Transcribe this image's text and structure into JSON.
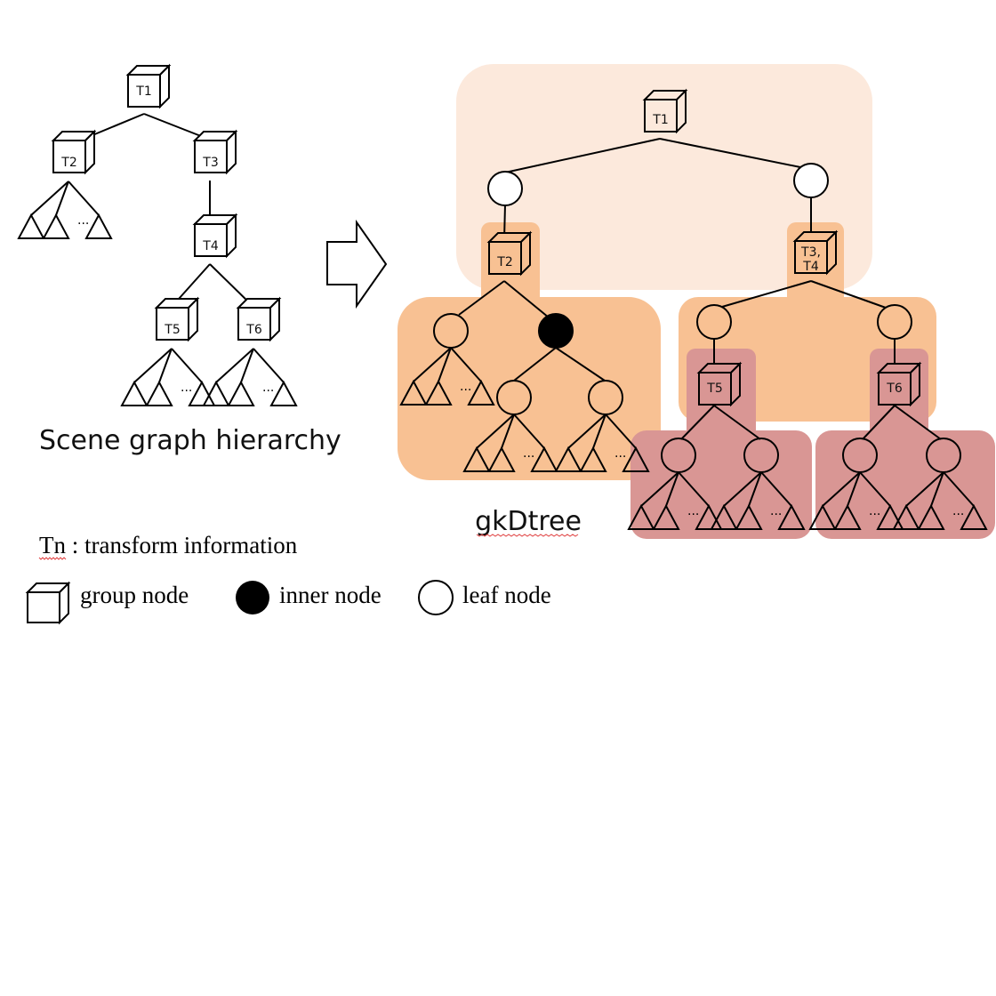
{
  "scene_graph": {
    "title": "Scene graph hierarchy",
    "nodes": [
      {
        "id": "T1",
        "label": "T1"
      },
      {
        "id": "T2",
        "label": "T2"
      },
      {
        "id": "T3",
        "label": "T3"
      },
      {
        "id": "T4",
        "label": "T4"
      },
      {
        "id": "T5",
        "label": "T5"
      },
      {
        "id": "T6",
        "label": "T6"
      }
    ],
    "edges": [
      [
        "T1",
        "T2"
      ],
      [
        "T1",
        "T3"
      ],
      [
        "T3",
        "T4"
      ],
      [
        "T4",
        "T5"
      ],
      [
        "T4",
        "T6"
      ]
    ],
    "ellipsis": "..."
  },
  "arrow": {
    "direction": "right"
  },
  "gkdtree": {
    "title": "gkDtree",
    "group_nodes": [
      {
        "id": "g1",
        "label": "T1"
      },
      {
        "id": "g2",
        "label": "T2"
      },
      {
        "id": "g34",
        "label_line1": "T3,",
        "label_line2": "T4"
      },
      {
        "id": "g5",
        "label": "T5"
      },
      {
        "id": "g6",
        "label": "T6"
      }
    ],
    "region_colors": {
      "top": "#fce9dc",
      "middle": "#f8c193",
      "bottom": "#d99694"
    },
    "ellipsis": "..."
  },
  "legend": {
    "tn_prefix": "Tn",
    "tn_text": " : transform information",
    "items": [
      {
        "icon": "group-node-icon",
        "label": "group node"
      },
      {
        "icon": "inner-node-icon",
        "label": "inner node"
      },
      {
        "icon": "leaf-node-icon",
        "label": "leaf node"
      }
    ]
  }
}
